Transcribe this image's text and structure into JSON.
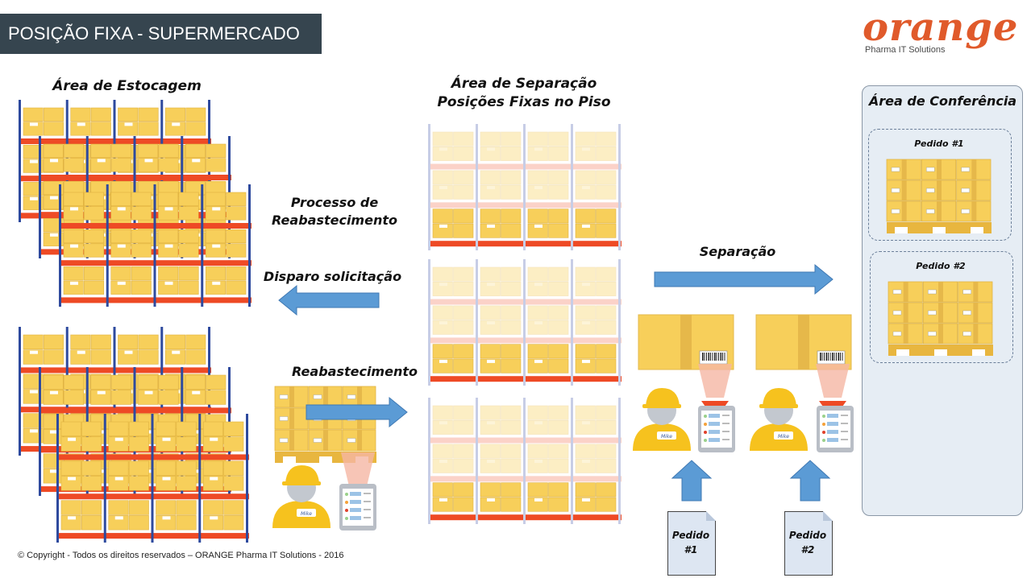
{
  "title": "POSIÇÃO FIXA - SUPERMERCADO",
  "logo": {
    "word": "orange",
    "subtitle": "Pharma IT Solutions"
  },
  "labels": {
    "storage_area": "Área de Estocagem",
    "picking_area_line1": "Área de Separação",
    "picking_area_line2": "Posições Fixas no Piso",
    "conference_area": "Área de Conferência",
    "replenish_process_line1": "Processo de",
    "replenish_process_line2": "Reabastecimento",
    "request_trigger": "Disparo solicitação",
    "replenishment": "Reabastecimento",
    "separation": "Separação"
  },
  "orders": {
    "order1": "Pedido  #1",
    "order2": "Pedido  #2",
    "doc1_line1": "Pedido",
    "doc1_line2": "#1",
    "doc2_line1": "Pedido",
    "doc2_line2": "#2"
  },
  "badge_name": "Mike",
  "copyright": "© Copyright - Todos os direitos reservados – ORANGE Pharma IT Solutions - 2016",
  "colors": {
    "title_bar": "#36454f",
    "brand_orange": "#e05a2b",
    "arrow_blue": "#5b9bd5",
    "box_yellow": "#f7cf5a",
    "rack_blue": "#2e4a9e",
    "beam_red": "#ee4a25"
  }
}
